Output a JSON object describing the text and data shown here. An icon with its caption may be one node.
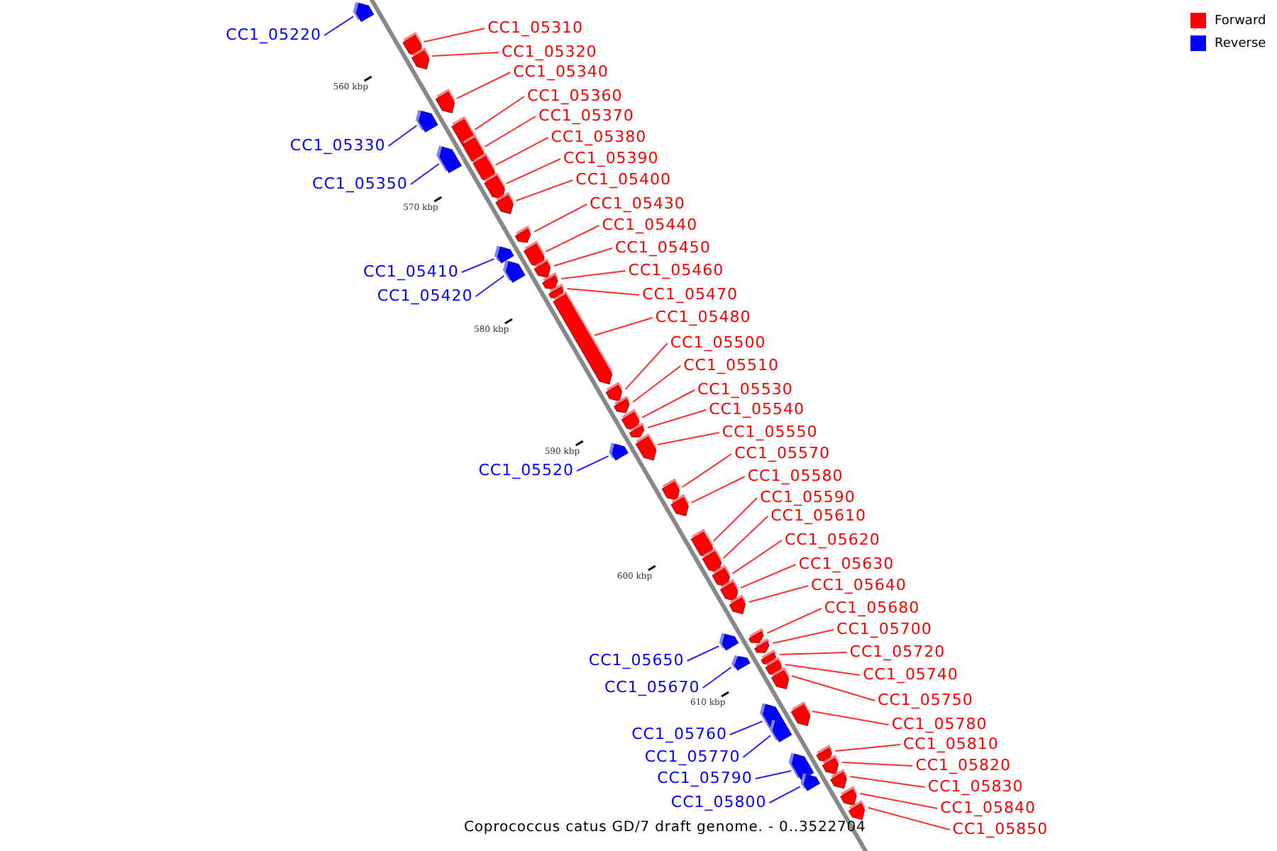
{
  "diagram": {
    "caption": "Coprococcus catus GD/7 draft genome. - 0..3522704",
    "nodes": [
      {
        "text": [
          "CC1_05310"
        ]
      },
      {
        "text": [],
        "shape": "arrow"
      },
      {
        "text": [
          "CC1_05220"
        ]
      },
      {
        "text": [],
        "shape": "arrow"
      },
      {
        "text": [
          "CC1_05320"
        ]
      },
      {
        "text": [],
        "shape": "arrow"
      },
      {
        "text": [
          "CC1_05340"
        ]
      },
      {
        "text": [],
        "shape": "arrow"
      },
      {
        "text": [
          "CC1_05360"
        ]
      },
      {
        "text": [],
        "shape": "arrow"
      },
      {
        "text": [
          "CC1_05370"
        ]
      },
      {
        "text": [],
        "shape": "arrow"
      },
      {
        "text": [
          "CC1_05380"
        ]
      },
      {
        "text": [],
        "shape": "arrow"
      },
      {
        "text": [
          "CC1_05330"
        ]
      },
      {
        "text": [],
        "shape": "arrow"
      },
      {
        "text": [
          "CC1_05390"
        ]
      },
      {
        "text": [],
        "shape": "arrow"
      },
      {
        "text": [
          "CC1_05400"
        ]
      },
      {
        "text": [],
        "shape": "arrow"
      },
      {
        "text": [
          "CC1_05350"
        ]
      },
      {
        "text": [],
        "shape": "arrow"
      },
      {
        "text": [
          "CC1_05430"
        ]
      },
      {
        "text": [],
        "shape": "arrow"
      },
      {
        "text": [
          "CC1_05440"
        ]
      },
      {
        "text": [],
        "shape": "arrow"
      },
      {
        "text": [
          "CC1_05450"
        ]
      },
      {
        "text": [],
        "shape": "arrow"
      },
      {
        "text": [
          "CC1_05460"
        ]
      },
      {
        "text": [],
        "shape": "arrow"
      },
      {
        "text": [
          "CC1_05410"
        ]
      },
      {
        "text": [],
        "shape": "arrow"
      },
      {
        "text": [
          "CC1_05470"
        ]
      },
      {
        "text": [],
        "shape": "arrow"
      },
      {
        "text": [
          "CC1_05420"
        ]
      },
      {
        "text": [],
        "shape": "arrow"
      },
      {
        "text": [
          "CC1_05480"
        ]
      },
      {
        "text": [],
        "shape": "arrow"
      },
      {
        "text": [
          "CC1_05500"
        ]
      },
      {
        "text": [],
        "shape": "arrow"
      },
      {
        "text": [
          "CC1_05510"
        ]
      },
      {
        "text": [],
        "shape": "arrow"
      },
      {
        "text": [
          "CC1_05530"
        ]
      },
      {
        "text": [],
        "shape": "arrow"
      },
      {
        "text": [
          "CC1_05540"
        ]
      },
      {
        "text": [],
        "shape": "arrow"
      },
      {
        "text": [
          "CC1_05550"
        ]
      },
      {
        "text": [],
        "shape": "arrow"
      },
      {
        "text": [
          "CC1_05570"
        ]
      },
      {
        "text": [],
        "shape": "arrow"
      },
      {
        "text": [
          "CC1_05520"
        ]
      },
      {
        "text": [],
        "shape": "arrow"
      },
      {
        "text": [
          "CC1_05580"
        ]
      },
      {
        "text": [],
        "shape": "arrow"
      },
      {
        "text": [
          "CC1_05590"
        ]
      },
      {
        "text": [],
        "shape": "arrow"
      },
      {
        "text": [
          "CC1_05610"
        ]
      },
      {
        "text": [],
        "shape": "arrow"
      },
      {
        "text": [
          "CC1_05620"
        ]
      },
      {
        "text": [],
        "shape": "arrow"
      },
      {
        "text": [
          "CC1_05630"
        ]
      },
      {
        "text": [],
        "shape": "arrow"
      },
      {
        "text": [
          "CC1_05640"
        ]
      },
      {
        "text": [],
        "shape": "arrow"
      },
      {
        "text": [
          "CC1_05680"
        ]
      },
      {
        "text": [],
        "shape": "arrow"
      },
      {
        "text": [
          "CC1_05700"
        ]
      },
      {
        "text": [],
        "shape": "arrow"
      },
      {
        "text": [
          "CC1_05720"
        ]
      },
      {
        "text": [],
        "shape": "arrow"
      },
      {
        "text": [
          "CC1_05650"
        ]
      },
      {
        "text": [],
        "shape": "arrow"
      },
      {
        "text": [
          "CC1_05740"
        ]
      },
      {
        "text": [],
        "shape": "arrow"
      },
      {
        "text": [
          "CC1_05670"
        ]
      },
      {
        "text": [],
        "shape": "arrow"
      },
      {
        "text": [
          "CC1_05750"
        ]
      },
      {
        "text": [],
        "shape": "arrow"
      },
      {
        "text": [
          "CC1_05780"
        ]
      },
      {
        "text": [],
        "shape": "arrow"
      },
      {
        "text": [
          "CC1_05760"
        ]
      },
      {
        "text": [],
        "shape": "arrow"
      },
      {
        "text": [
          "CC1_05810"
        ]
      },
      {
        "text": [],
        "shape": "arrow"
      },
      {
        "text": [
          "CC1_05770"
        ]
      },
      {
        "text": [],
        "shape": "arrow"
      },
      {
        "text": [
          "CC1_05820"
        ]
      },
      {
        "text": [],
        "shape": "arrow"
      },
      {
        "text": [
          "CC1_05790"
        ]
      },
      {
        "text": [],
        "shape": "arrow"
      },
      {
        "text": [
          "CC1_05830"
        ]
      },
      {
        "text": [],
        "shape": "arrow"
      },
      {
        "text": [
          "CC1_05800"
        ]
      },
      {
        "text": [],
        "shape": "arrow"
      },
      {
        "text": [
          "CC1_05840"
        ]
      },
      {
        "text": [],
        "shape": "arrow"
      },
      {
        "text": [
          "CC1_05850"
        ]
      },
      {
        "text": [],
        "shape": "arrow"
      }
    ],
    "edges": [
      {
        "from": 0,
        "to": 1,
        "arrow": "none"
      },
      {
        "from": 2,
        "to": 3,
        "arrow": "none",
        "color": "#2222ff"
      },
      {
        "from": 4,
        "to": 5,
        "arrow": "none"
      },
      {
        "from": 6,
        "to": 7,
        "arrow": "none"
      },
      {
        "from": 8,
        "to": 9,
        "arrow": "none"
      },
      {
        "from": 10,
        "to": 11,
        "arrow": "none"
      },
      {
        "from": 12,
        "to": 13,
        "arrow": "none"
      },
      {
        "from": 14,
        "to": 15,
        "arrow": "none",
        "color": "#2222ff"
      },
      {
        "from": 16,
        "to": 17,
        "arrow": "none"
      },
      {
        "from": 18,
        "to": 19,
        "arrow": "none"
      },
      {
        "from": 20,
        "to": 21,
        "arrow": "none",
        "color": "#2222ff"
      },
      {
        "from": 22,
        "to": 23,
        "arrow": "none"
      },
      {
        "from": 24,
        "to": 25,
        "arrow": "none"
      },
      {
        "from": 26,
        "to": 27,
        "arrow": "none"
      },
      {
        "from": 28,
        "to": 29,
        "arrow": "none"
      },
      {
        "from": 30,
        "to": 31,
        "arrow": "none",
        "color": "#2222ff"
      },
      {
        "from": 32,
        "to": 33,
        "arrow": "none"
      },
      {
        "from": 34,
        "to": 35,
        "arrow": "none",
        "color": "#2222ff"
      },
      {
        "from": 36,
        "to": 37,
        "arrow": "none"
      },
      {
        "from": 38,
        "to": 39,
        "arrow": "none"
      },
      {
        "from": 40,
        "to": 41,
        "arrow": "none"
      },
      {
        "from": 42,
        "to": 43,
        "arrow": "none"
      },
      {
        "from": 44,
        "to": 45,
        "arrow": "none"
      },
      {
        "from": 46,
        "to": 47,
        "arrow": "none"
      },
      {
        "from": 48,
        "to": 49,
        "arrow": "none"
      },
      {
        "from": 50,
        "to": 51,
        "arrow": "none",
        "color": "#2222ff"
      },
      {
        "from": 52,
        "to": 53,
        "arrow": "none"
      },
      {
        "from": 54,
        "to": 55,
        "arrow": "none"
      },
      {
        "from": 56,
        "to": 57,
        "arrow": "none"
      },
      {
        "from": 58,
        "to": 59,
        "arrow": "none"
      },
      {
        "from": 60,
        "to": 61,
        "arrow": "none"
      },
      {
        "from": 62,
        "to": 63,
        "arrow": "none"
      },
      {
        "from": 64,
        "to": 65,
        "arrow": "none"
      },
      {
        "from": 66,
        "to": 67,
        "arrow": "none"
      },
      {
        "from": 68,
        "to": 69,
        "arrow": "none"
      },
      {
        "from": 70,
        "to": 71,
        "arrow": "none",
        "color": "#2222ff"
      },
      {
        "from": 72,
        "to": 73,
        "arrow": "none"
      },
      {
        "from": 74,
        "to": 75,
        "arrow": "none",
        "color": "#2222ff"
      },
      {
        "from": 76,
        "to": 77,
        "arrow": "none"
      },
      {
        "from": 78,
        "to": 79,
        "arrow": "none"
      },
      {
        "from": 80,
        "to": 81,
        "arrow": "none",
        "color": "#2222ff"
      },
      {
        "from": 82,
        "to": 83,
        "arrow": "none"
      },
      {
        "from": 84,
        "to": 85,
        "arrow": "none",
        "color": "#2222ff"
      },
      {
        "from": 86,
        "to": 87,
        "arrow": "none"
      },
      {
        "from": 88,
        "to": 89,
        "arrow": "none",
        "color": "#2222ff"
      },
      {
        "from": 90,
        "to": 91,
        "arrow": "none"
      },
      {
        "from": 92,
        "to": 93,
        "arrow": "none",
        "color": "#2222ff"
      },
      {
        "from": 94,
        "to": 95,
        "arrow": "none"
      },
      {
        "from": 96,
        "to": 97,
        "arrow": "none"
      }
    ],
    "labels": [
      "560 kbp",
      "570 kbp",
      "580 kbp",
      "590 kbp",
      "600 kbp",
      "610 kbp"
    ],
    "legend": [
      {
        "text": "Forward",
        "color": "#ff0000"
      },
      {
        "text": "Reverse",
        "color": "#0000ff"
      }
    ]
  }
}
